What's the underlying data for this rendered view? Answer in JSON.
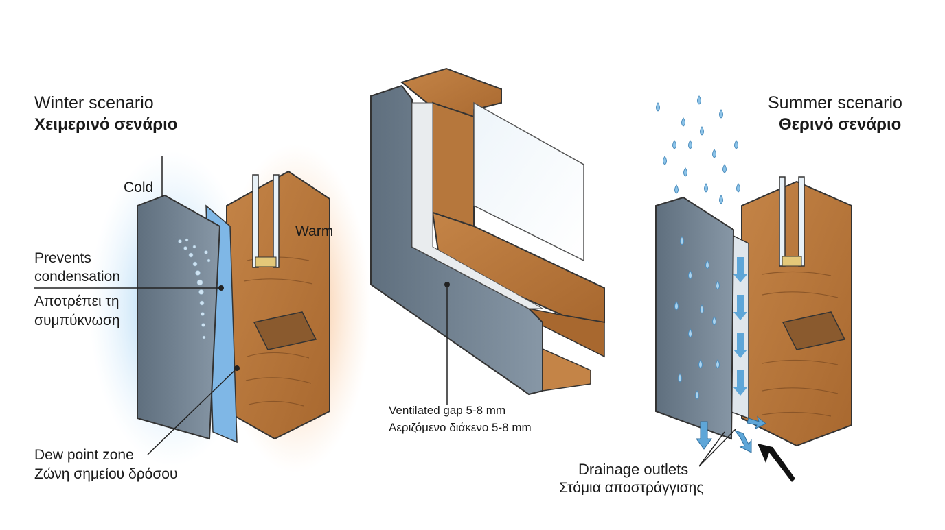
{
  "winter": {
    "title_en": "Winter scenario",
    "title_el": "Χειμερινό σενάριο",
    "cold_label": "Cold",
    "warm_label": "Warm",
    "prevents_en_1": "Prevents",
    "prevents_en_2": "condensation",
    "prevents_el_1": "Αποτρέπει τη",
    "prevents_el_2": "συμπύκνωση",
    "dew_en": "Dew point zone",
    "dew_el": "Ζώνη σημείου δρόσου"
  },
  "center": {
    "gap_en": "Ventilated gap 5-8 mm",
    "gap_el": "Αεριζόμενο διάκενο 5-8 mm"
  },
  "summer": {
    "title_en": "Summer scenario",
    "title_el": "Θερινό σενάριο",
    "drain_en": "Drainage outlets",
    "drain_el": "Στόμια αποστράγγισης"
  },
  "colors": {
    "wood": "#c98d54",
    "wood_dark": "#a86b36",
    "aluminum": "#6f7f8e",
    "aluminum_light": "#93a3b1",
    "cold_glow": "#9fd0f2",
    "warm_glow": "#f6b27a",
    "water": "#7ab8e0",
    "glass": "#d8e6ef"
  }
}
